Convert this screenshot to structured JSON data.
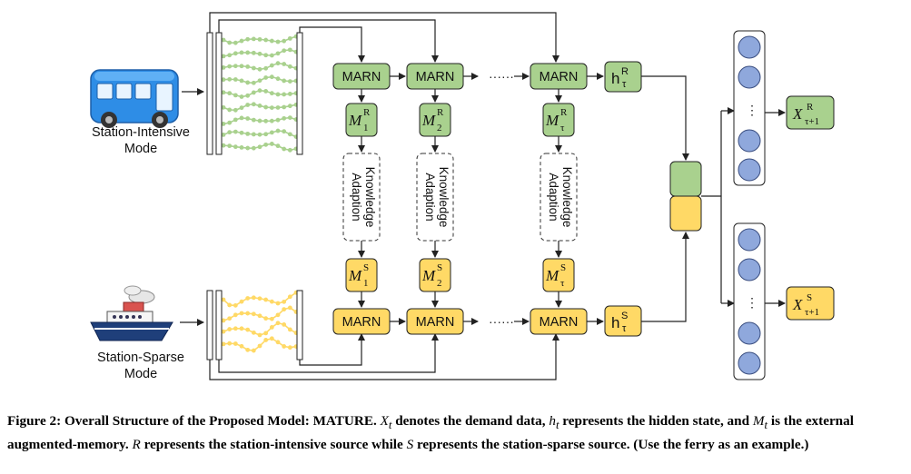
{
  "modes": {
    "intensive": {
      "line1": "Station-Intensive",
      "line2": "Mode"
    },
    "sparse": {
      "line1": "Station-Sparse",
      "line2": "Mode"
    }
  },
  "marn_label": "MARN",
  "dots": "······",
  "hidden": {
    "r": "R",
    "s": "S",
    "sub": "τ",
    "base": "h"
  },
  "memory": {
    "base": "M",
    "sup_r": "R",
    "sup_s": "S",
    "subs": [
      "1",
      "2",
      "τ"
    ]
  },
  "knowledge": {
    "line1": "Knowledge",
    "line2": "Adaption"
  },
  "vdots": "⋮",
  "output": {
    "base": "X",
    "sup_r": "R",
    "sup_s": "S",
    "sub": "τ+1"
  },
  "caption": {
    "p1": "Figure 2: Overall Structure of the Proposed Model: MATURE. ",
    "v1": "X",
    "v1sub": "t",
    "p2": " denotes the demand data, ",
    "v2": "h",
    "v2sub": "t",
    "p3": " represents the hidden state, and ",
    "v3": "M",
    "v3sub": "t",
    "p4": " is the external augmented-memory. ",
    "v4": "R",
    "p5": " represents the station-intensive source while ",
    "v5": "S",
    "p6": " represents the station-sparse source. (Use the ferry as an example.)"
  },
  "colors": {
    "green": "#a9d18e",
    "yellow": "#ffd966",
    "node": "#8fa8dc",
    "series_green": "#a9d18e",
    "series_yellow": "#ffd966"
  }
}
